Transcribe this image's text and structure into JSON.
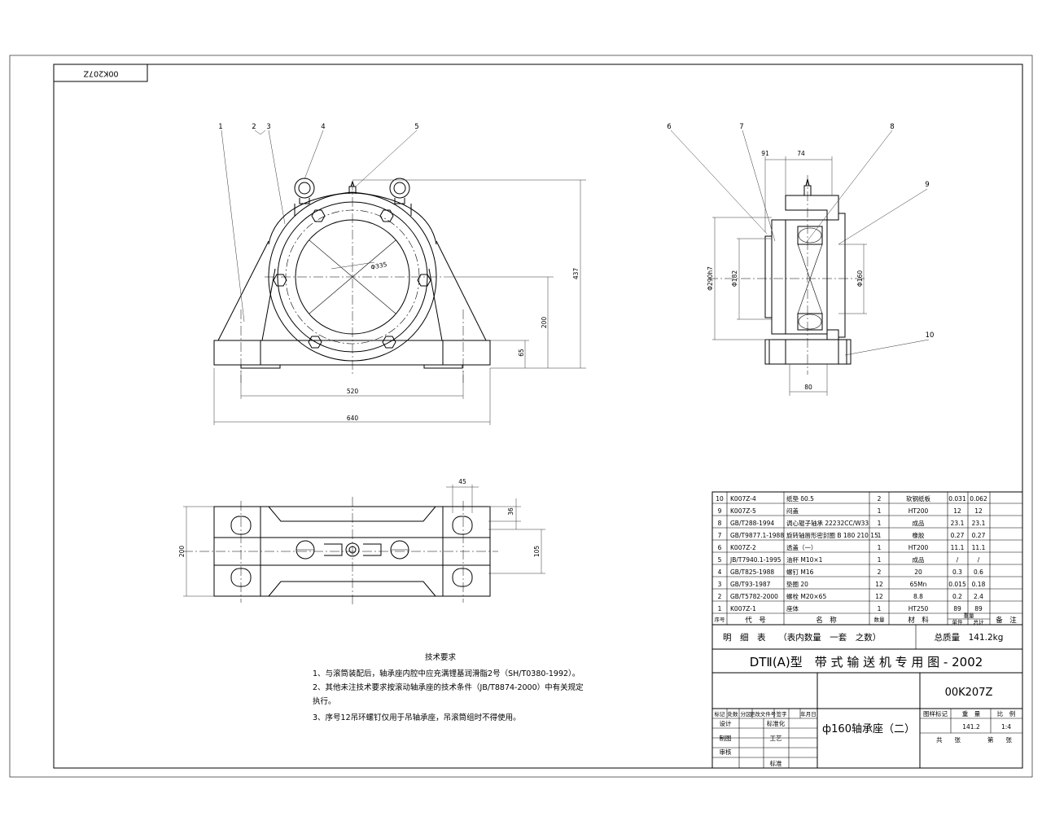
{
  "stamp_code": "00K207Z",
  "front_view": {
    "balloons": [
      "1",
      "2",
      "3",
      "4",
      "5"
    ],
    "dims": {
      "dia": "Φ335",
      "height": "437",
      "center_height": "200",
      "base_height": "65",
      "bolt_span": "520",
      "length": "640"
    }
  },
  "section_view": {
    "balloons": [
      "6",
      "7",
      "8",
      "9",
      "10"
    ],
    "dims": {
      "w1": "91",
      "w2": "74",
      "outer": "Φ290h7",
      "d1": "Φ182",
      "d2": "Φ160",
      "width": "80"
    }
  },
  "plan_view": {
    "dims": {
      "d45": "45",
      "d36": "36",
      "d105": "105",
      "d200": "200"
    }
  },
  "tech_req": {
    "title": "技术要求",
    "lines": [
      "1、与滚筒装配后，轴承座内腔中应充满锂基润滑脂2号（SH/T0380-1992）。",
      "2、其他未注技术要求按滚动轴承座的技术条件（JB/T8874-2000）中有关规定",
      "执行。",
      "3、序号12吊环螺钉仅用于吊轴承座，吊滚筒组时不得使用。"
    ]
  },
  "bom": {
    "rows": [
      {
        "no": "10",
        "code": "K007Z-4",
        "name": "纸垫 δ0.5",
        "qty": "2",
        "mat": "软钢纸板",
        "w1": "0.031",
        "w2": "0.062",
        "note": ""
      },
      {
        "no": "9",
        "code": "K007Z-5",
        "name": "闷盖",
        "qty": "1",
        "mat": "HT200",
        "w1": "12",
        "w2": "12",
        "note": ""
      },
      {
        "no": "8",
        "code": "GB/T288-1994",
        "name": "调心辊子轴承 22232CC/W33",
        "qty": "1",
        "mat": "成品",
        "w1": "23.1",
        "w2": "23.1",
        "note": ""
      },
      {
        "no": "7",
        "code": "GB/T9877.1-1988",
        "name": "旋转轴唇形密封圈 B 180 210 15",
        "qty": "1",
        "mat": "橡胶",
        "w1": "0.27",
        "w2": "0.27",
        "note": ""
      },
      {
        "no": "6",
        "code": "K007Z-2",
        "name": "透盖（一）",
        "qty": "1",
        "mat": "HT200",
        "w1": "11.1",
        "w2": "11.1",
        "note": ""
      },
      {
        "no": "5",
        "code": "JB/T7940.1-1995",
        "name": "油杯 M10×1",
        "qty": "1",
        "mat": "成品",
        "w1": "/",
        "w2": "/",
        "note": ""
      },
      {
        "no": "4",
        "code": "GB/T825-1988",
        "name": "螺钉 M16",
        "qty": "2",
        "mat": "20",
        "w1": "0.3",
        "w2": "0.6",
        "note": ""
      },
      {
        "no": "3",
        "code": "GB/T93-1987",
        "name": "垫圈 20",
        "qty": "12",
        "mat": "65Mn",
        "w1": "0.015",
        "w2": "0.18",
        "note": ""
      },
      {
        "no": "2",
        "code": "GB/T5782-2000",
        "name": "螺栓 M20×65",
        "qty": "12",
        "mat": "8.8",
        "w1": "0.2",
        "w2": "2.4",
        "note": ""
      },
      {
        "no": "1",
        "code": "K007Z-1",
        "name": "座体",
        "qty": "1",
        "mat": "HT250",
        "w1": "89",
        "w2": "89",
        "note": ""
      }
    ],
    "header": {
      "no": "序号",
      "code": "代　号",
      "name": "名　称",
      "qty": "数量",
      "mat": "材　料",
      "w1": "单件",
      "w2": "总计",
      "w_group": "重量",
      "note": "备　注"
    },
    "list_caption": "明　细　表　　（表内数量　一套　之数）",
    "total_label": "总质量　141.2kg"
  },
  "title_block": {
    "series": "DTⅡ(A)型　带 式 输 送 机 专 用 图 - 2002",
    "drawing_no": "00K207Z",
    "part_name": "ф160轴承座（二）",
    "rev_headers": [
      "标记",
      "处数",
      "分区",
      "更改文件号",
      "签字",
      "年月日"
    ],
    "sign_rows": [
      [
        "设计",
        "",
        "标准化",
        ""
      ],
      [
        "制图",
        "",
        "工艺",
        ""
      ],
      [
        "审核",
        "",
        "",
        ""
      ],
      [
        "",
        "",
        "标准",
        ""
      ]
    ],
    "stage_label": "图样标记",
    "weight_label": "重　量",
    "scale_label": "比　例",
    "weight_value": "141.2",
    "scale_value": "1:4",
    "sheet_total": "共　　张",
    "sheet_no": "第　　张"
  }
}
